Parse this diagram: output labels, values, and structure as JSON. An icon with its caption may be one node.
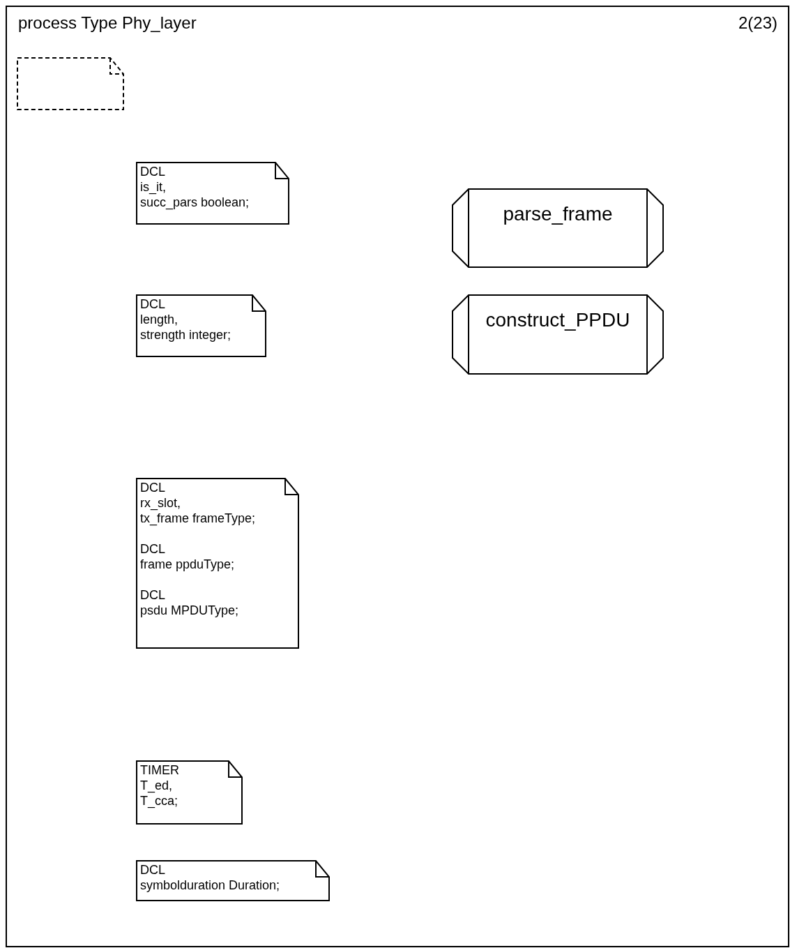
{
  "diagram": {
    "nodes": [
      {
        "text": [
          "process Type Phy_layer",
          "2(23)"
        ]
      },
      {
        "text": [],
        "shape": "box",
        "in": 0
      },
      {
        "text": [
          "DCL",
          "is_it,",
          "succ_pars boolean;"
        ],
        "in": 0
      },
      {
        "text": [
          "parse_frame"
        ],
        "in": 0
      },
      {
        "text": [
          "DCL",
          "length,",
          "strength integer;"
        ],
        "in": 0
      },
      {
        "text": [
          "construct_PPDU"
        ],
        "in": 0
      },
      {
        "text": [
          "DCL",
          "rx_slot,",
          "tx_frame frameType;",
          "DCL",
          "frame ppduType;",
          "DCL",
          "psdu MPDUType;"
        ],
        "in": 0
      },
      {
        "text": [
          "TIMER",
          "T_ed,",
          "T_cca;"
        ],
        "in": 0
      },
      {
        "text": [
          "DCL",
          "symbolduration Duration;"
        ],
        "in": 0
      }
    ],
    "edges": []
  }
}
